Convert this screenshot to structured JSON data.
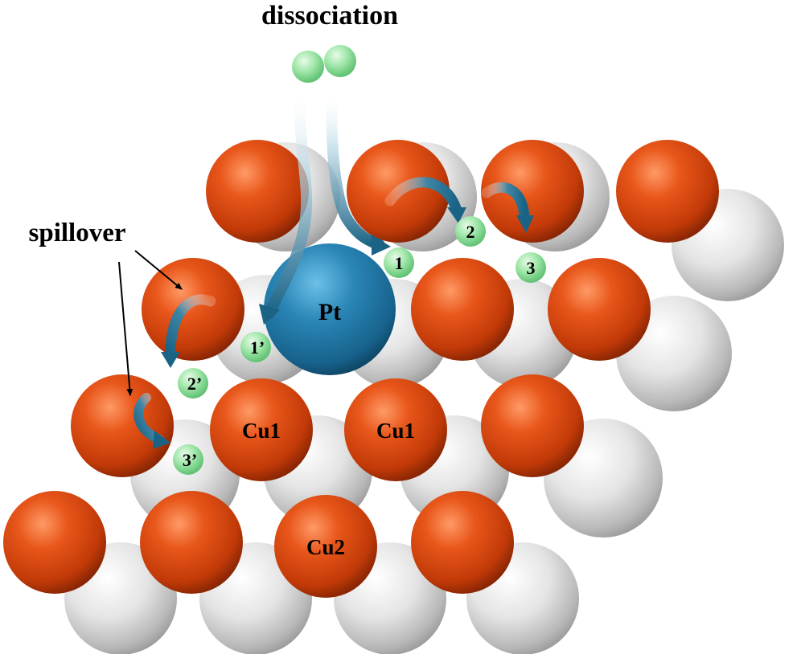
{
  "labels": {
    "dissociation": "dissociation",
    "spillover": "spillover",
    "pt": "Pt",
    "cu1_left": "Cu1",
    "cu1_right": "Cu1",
    "cu2": "Cu2"
  },
  "sites": [
    "1",
    "2",
    "3",
    "1’",
    "2’",
    "3’"
  ],
  "colors": {
    "cu_atom": "#e04a0f",
    "substrate_atom": "#d8d8d8",
    "pt_atom": "#1f78a8",
    "hydrogen_atom": "#8fe0a0",
    "arrow": "#1b6385"
  }
}
